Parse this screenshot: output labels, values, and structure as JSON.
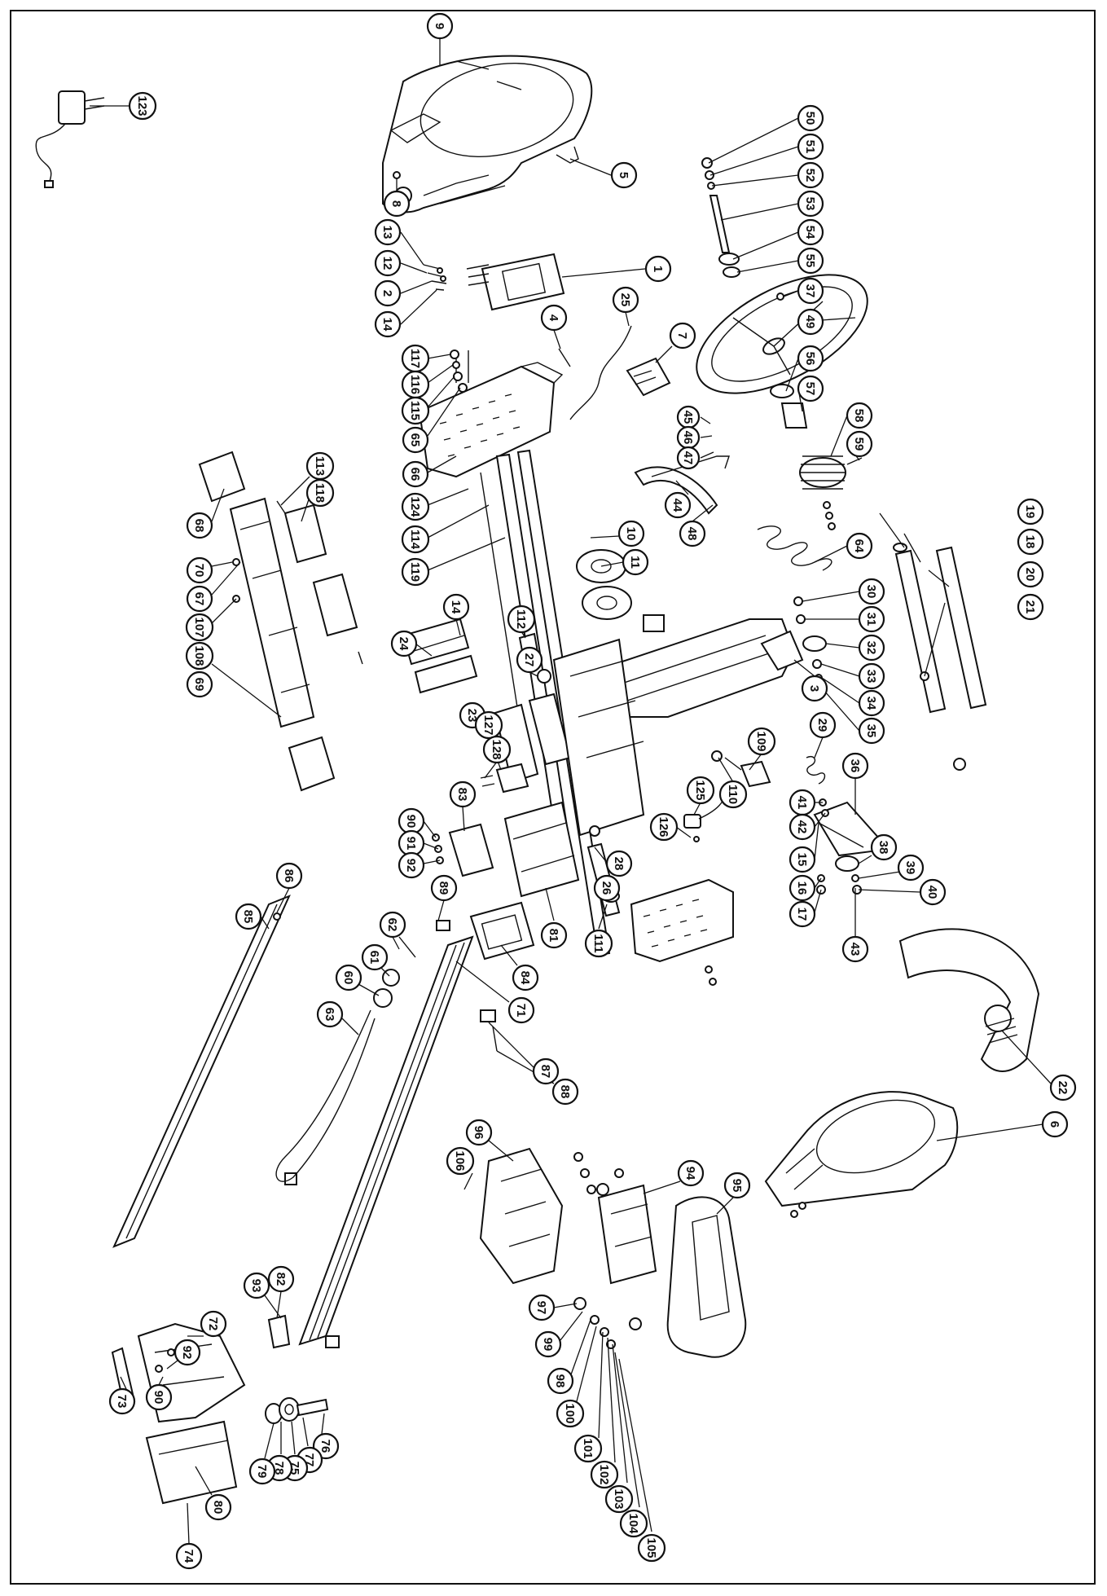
{
  "diagram": {
    "callouts": [
      {
        "id": "c9",
        "label": "9"
      },
      {
        "id": "c123",
        "label": "123"
      },
      {
        "id": "c5",
        "label": "5"
      },
      {
        "id": "c8",
        "label": "8"
      },
      {
        "id": "c13",
        "label": "13"
      },
      {
        "id": "c12",
        "label": "12"
      },
      {
        "id": "c2",
        "label": "2"
      },
      {
        "id": "c14a",
        "label": "14"
      },
      {
        "id": "c1",
        "label": "1"
      },
      {
        "id": "c4",
        "label": "4"
      },
      {
        "id": "c25",
        "label": "25"
      },
      {
        "id": "c7",
        "label": "7"
      },
      {
        "id": "c117",
        "label": "117"
      },
      {
        "id": "c116",
        "label": "116"
      },
      {
        "id": "c115",
        "label": "115"
      },
      {
        "id": "c65",
        "label": "65"
      },
      {
        "id": "c66",
        "label": "66"
      },
      {
        "id": "c124",
        "label": "124"
      },
      {
        "id": "c114",
        "label": "114"
      },
      {
        "id": "c119",
        "label": "119"
      },
      {
        "id": "c113",
        "label": "113"
      },
      {
        "id": "c118",
        "label": "118"
      },
      {
        "id": "c68",
        "label": "68"
      },
      {
        "id": "c70",
        "label": "70"
      },
      {
        "id": "c67",
        "label": "67"
      },
      {
        "id": "c107",
        "label": "107"
      },
      {
        "id": "c108",
        "label": "108"
      },
      {
        "id": "c69",
        "label": "69"
      },
      {
        "id": "c50",
        "label": "50"
      },
      {
        "id": "c51",
        "label": "51"
      },
      {
        "id": "c52",
        "label": "52"
      },
      {
        "id": "c53",
        "label": "53"
      },
      {
        "id": "c54",
        "label": "54"
      },
      {
        "id": "c55",
        "label": "55"
      },
      {
        "id": "c37",
        "label": "37"
      },
      {
        "id": "c49",
        "label": "49"
      },
      {
        "id": "c56",
        "label": "56"
      },
      {
        "id": "c57",
        "label": "57"
      },
      {
        "id": "c58",
        "label": "58"
      },
      {
        "id": "c59",
        "label": "59"
      },
      {
        "id": "c45",
        "label": "45"
      },
      {
        "id": "c46",
        "label": "46"
      },
      {
        "id": "c47",
        "label": "47"
      },
      {
        "id": "c44",
        "label": "44"
      },
      {
        "id": "c48",
        "label": "48"
      },
      {
        "id": "c10",
        "label": "10"
      },
      {
        "id": "c11",
        "label": "11"
      },
      {
        "id": "c64",
        "label": "64"
      },
      {
        "id": "c19",
        "label": "19"
      },
      {
        "id": "c18",
        "label": "18"
      },
      {
        "id": "c20",
        "label": "20"
      },
      {
        "id": "c21",
        "label": "21"
      },
      {
        "id": "c30",
        "label": "30"
      },
      {
        "id": "c31",
        "label": "31"
      },
      {
        "id": "c32",
        "label": "32"
      },
      {
        "id": "c33",
        "label": "33"
      },
      {
        "id": "c34",
        "label": "34"
      },
      {
        "id": "c35",
        "label": "35"
      },
      {
        "id": "c3",
        "label": "3"
      },
      {
        "id": "c112",
        "label": "112"
      },
      {
        "id": "c27",
        "label": "27"
      },
      {
        "id": "c14b",
        "label": "14"
      },
      {
        "id": "c24",
        "label": "24"
      },
      {
        "id": "c23",
        "label": "23"
      },
      {
        "id": "c109",
        "label": "109"
      },
      {
        "id": "c110",
        "label": "110"
      },
      {
        "id": "c29",
        "label": "29"
      },
      {
        "id": "c36",
        "label": "36"
      },
      {
        "id": "c125",
        "label": "125"
      },
      {
        "id": "c126",
        "label": "126"
      },
      {
        "id": "c127",
        "label": "127"
      },
      {
        "id": "c128",
        "label": "128"
      },
      {
        "id": "c83",
        "label": "83"
      },
      {
        "id": "c90a",
        "label": "90"
      },
      {
        "id": "c91",
        "label": "91"
      },
      {
        "id": "c92a",
        "label": "92"
      },
      {
        "id": "c41",
        "label": "41"
      },
      {
        "id": "c42",
        "label": "42"
      },
      {
        "id": "c15",
        "label": "15"
      },
      {
        "id": "c16",
        "label": "16"
      },
      {
        "id": "c17",
        "label": "17"
      },
      {
        "id": "c38",
        "label": "38"
      },
      {
        "id": "c39",
        "label": "39"
      },
      {
        "id": "c40",
        "label": "40"
      },
      {
        "id": "c43",
        "label": "43"
      },
      {
        "id": "c28",
        "label": "28"
      },
      {
        "id": "c26",
        "label": "26"
      },
      {
        "id": "c111",
        "label": "111"
      },
      {
        "id": "c81",
        "label": "81"
      },
      {
        "id": "c86",
        "label": "86"
      },
      {
        "id": "c85",
        "label": "85"
      },
      {
        "id": "c89",
        "label": "89"
      },
      {
        "id": "c62",
        "label": "62"
      },
      {
        "id": "c61",
        "label": "61"
      },
      {
        "id": "c60",
        "label": "60"
      },
      {
        "id": "c63",
        "label": "63"
      },
      {
        "id": "c84",
        "label": "84"
      },
      {
        "id": "c71",
        "label": "71"
      },
      {
        "id": "c87",
        "label": "87"
      },
      {
        "id": "c88",
        "label": "88"
      },
      {
        "id": "c22",
        "label": "22"
      },
      {
        "id": "c6",
        "label": "6"
      },
      {
        "id": "c94",
        "label": "94"
      },
      {
        "id": "c95",
        "label": "95"
      },
      {
        "id": "c96",
        "label": "96"
      },
      {
        "id": "c106",
        "label": "106"
      },
      {
        "id": "c82",
        "label": "82"
      },
      {
        "id": "c93",
        "label": "93"
      },
      {
        "id": "c72",
        "label": "72"
      },
      {
        "id": "c92b",
        "label": "92"
      },
      {
        "id": "c90b",
        "label": "90"
      },
      {
        "id": "c73",
        "label": "73"
      },
      {
        "id": "c97",
        "label": "97"
      },
      {
        "id": "c99",
        "label": "99"
      },
      {
        "id": "c98",
        "label": "98"
      },
      {
        "id": "c100",
        "label": "100"
      },
      {
        "id": "c101",
        "label": "101"
      },
      {
        "id": "c102",
        "label": "102"
      },
      {
        "id": "c103",
        "label": "103"
      },
      {
        "id": "c104",
        "label": "104"
      },
      {
        "id": "c105",
        "label": "105"
      },
      {
        "id": "c76",
        "label": "76"
      },
      {
        "id": "c77",
        "label": "77"
      },
      {
        "id": "c75",
        "label": "75"
      },
      {
        "id": "c78",
        "label": "78"
      },
      {
        "id": "c79",
        "label": "79"
      },
      {
        "id": "c80",
        "label": "80"
      },
      {
        "id": "c74",
        "label": "74"
      }
    ]
  }
}
